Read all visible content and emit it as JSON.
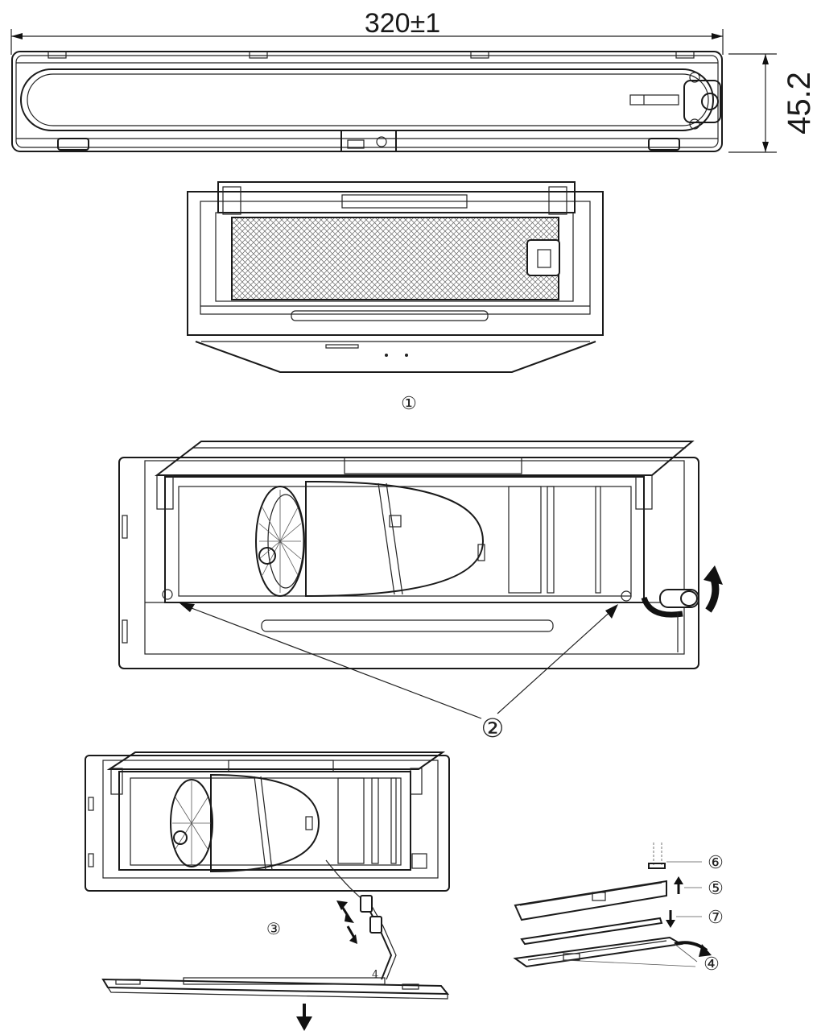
{
  "dimensions": {
    "width_label": "320±1",
    "height_label": "45.2"
  },
  "steps": {
    "s1": "①",
    "s2": "②",
    "s3": "③",
    "s4": "④",
    "s5": "⑤",
    "s6": "⑥",
    "s7": "⑦"
  },
  "callouts": {
    "wire_mark": "4"
  }
}
